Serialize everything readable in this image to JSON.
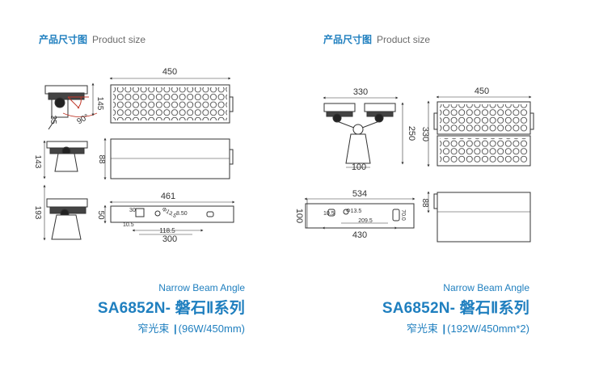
{
  "left": {
    "header": {
      "zh": "产品尺寸图",
      "en": "Product size"
    },
    "dims": {
      "len": "450",
      "h145": "145",
      "d35": "35",
      "ang": "90°",
      "h88": "88",
      "h143": "143",
      "h193": "193",
      "len461": "461",
      "h50": "50",
      "d30": "30",
      "phi": "Φ13.5",
      "d850": "8.50",
      "d105": "10.5",
      "d1185": "118.5",
      "d300": "300"
    },
    "caption": {
      "sub": "Narrow Beam Angle",
      "title": "SA6852N- 磐石Ⅱ系列",
      "spec_zh": "窄光束",
      "bar": "|",
      "spec_detail": "(96W/450mm)"
    }
  },
  "right": {
    "header": {
      "zh": "产品尺寸图",
      "en": "Product size"
    },
    "dims": {
      "w330": "330",
      "h250": "250",
      "w100": "100",
      "len450": "450",
      "h330": "330",
      "len534": "534",
      "h100": "100",
      "d105": "10.5",
      "phi": "Φ13.5",
      "d2095": "209.5",
      "d700": "70.0",
      "d430": "430",
      "h88": "88"
    },
    "caption": {
      "sub": "Narrow Beam Angle",
      "title": "SA6852N- 磐石Ⅱ系列",
      "spec_zh": "窄光束",
      "bar": "|",
      "spec_detail": "(192W/450mm*2)"
    }
  }
}
